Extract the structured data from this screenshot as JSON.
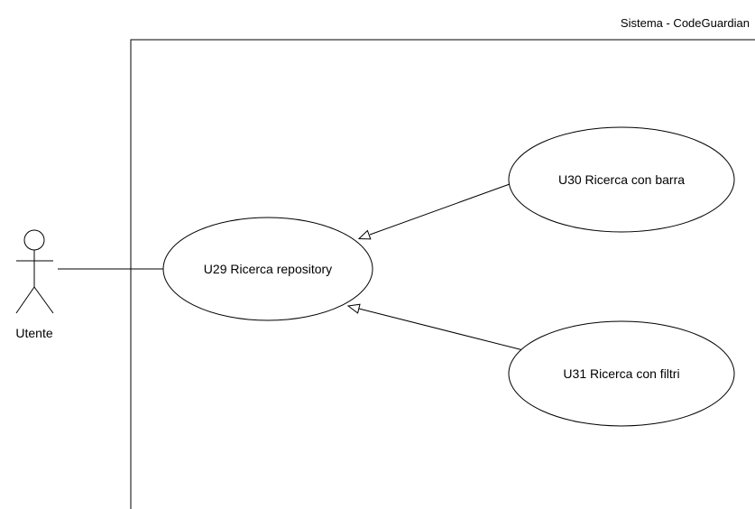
{
  "system": {
    "label": "Sistema - CodeGuardian"
  },
  "actor": {
    "label": "Utente"
  },
  "use_cases": {
    "u29": "U29 Ricerca repository",
    "u30": "U30 Ricerca con barra",
    "u31": "U31 Ricerca con filtri"
  }
}
